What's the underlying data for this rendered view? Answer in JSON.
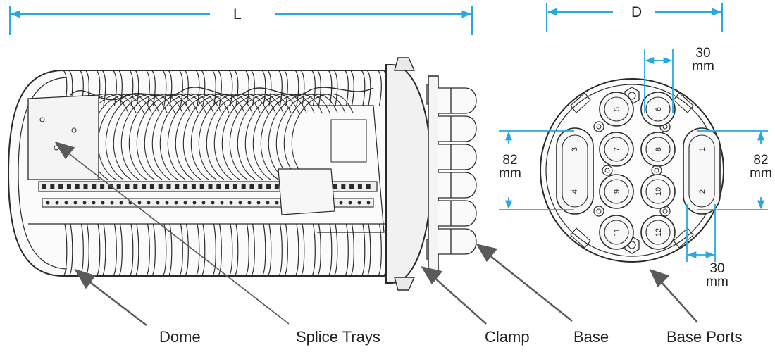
{
  "colors": {
    "dimension_line": "#29a7df",
    "arrow": "#5a5a5a",
    "outline": "#2a2a2a",
    "text": "#222222",
    "background": "#ffffff"
  },
  "dimensions": {
    "length": "L",
    "diameter": "D",
    "port_spacing_top_value": "30",
    "port_spacing_top_unit": "mm",
    "port_spacing_bottom_value": "30",
    "port_spacing_bottom_unit": "mm",
    "oval_height_left_value": "82",
    "oval_height_left_unit": "mm",
    "oval_height_right_value": "82",
    "oval_height_right_unit": "mm"
  },
  "callouts": {
    "dome": "Dome",
    "splice_trays": "Splice Trays",
    "clamp": "Clamp",
    "base": "Base",
    "base_ports": "Base Ports"
  },
  "ports": [
    "1",
    "2",
    "3",
    "4",
    "5",
    "6",
    "7",
    "8",
    "9",
    "10",
    "11",
    "12"
  ]
}
